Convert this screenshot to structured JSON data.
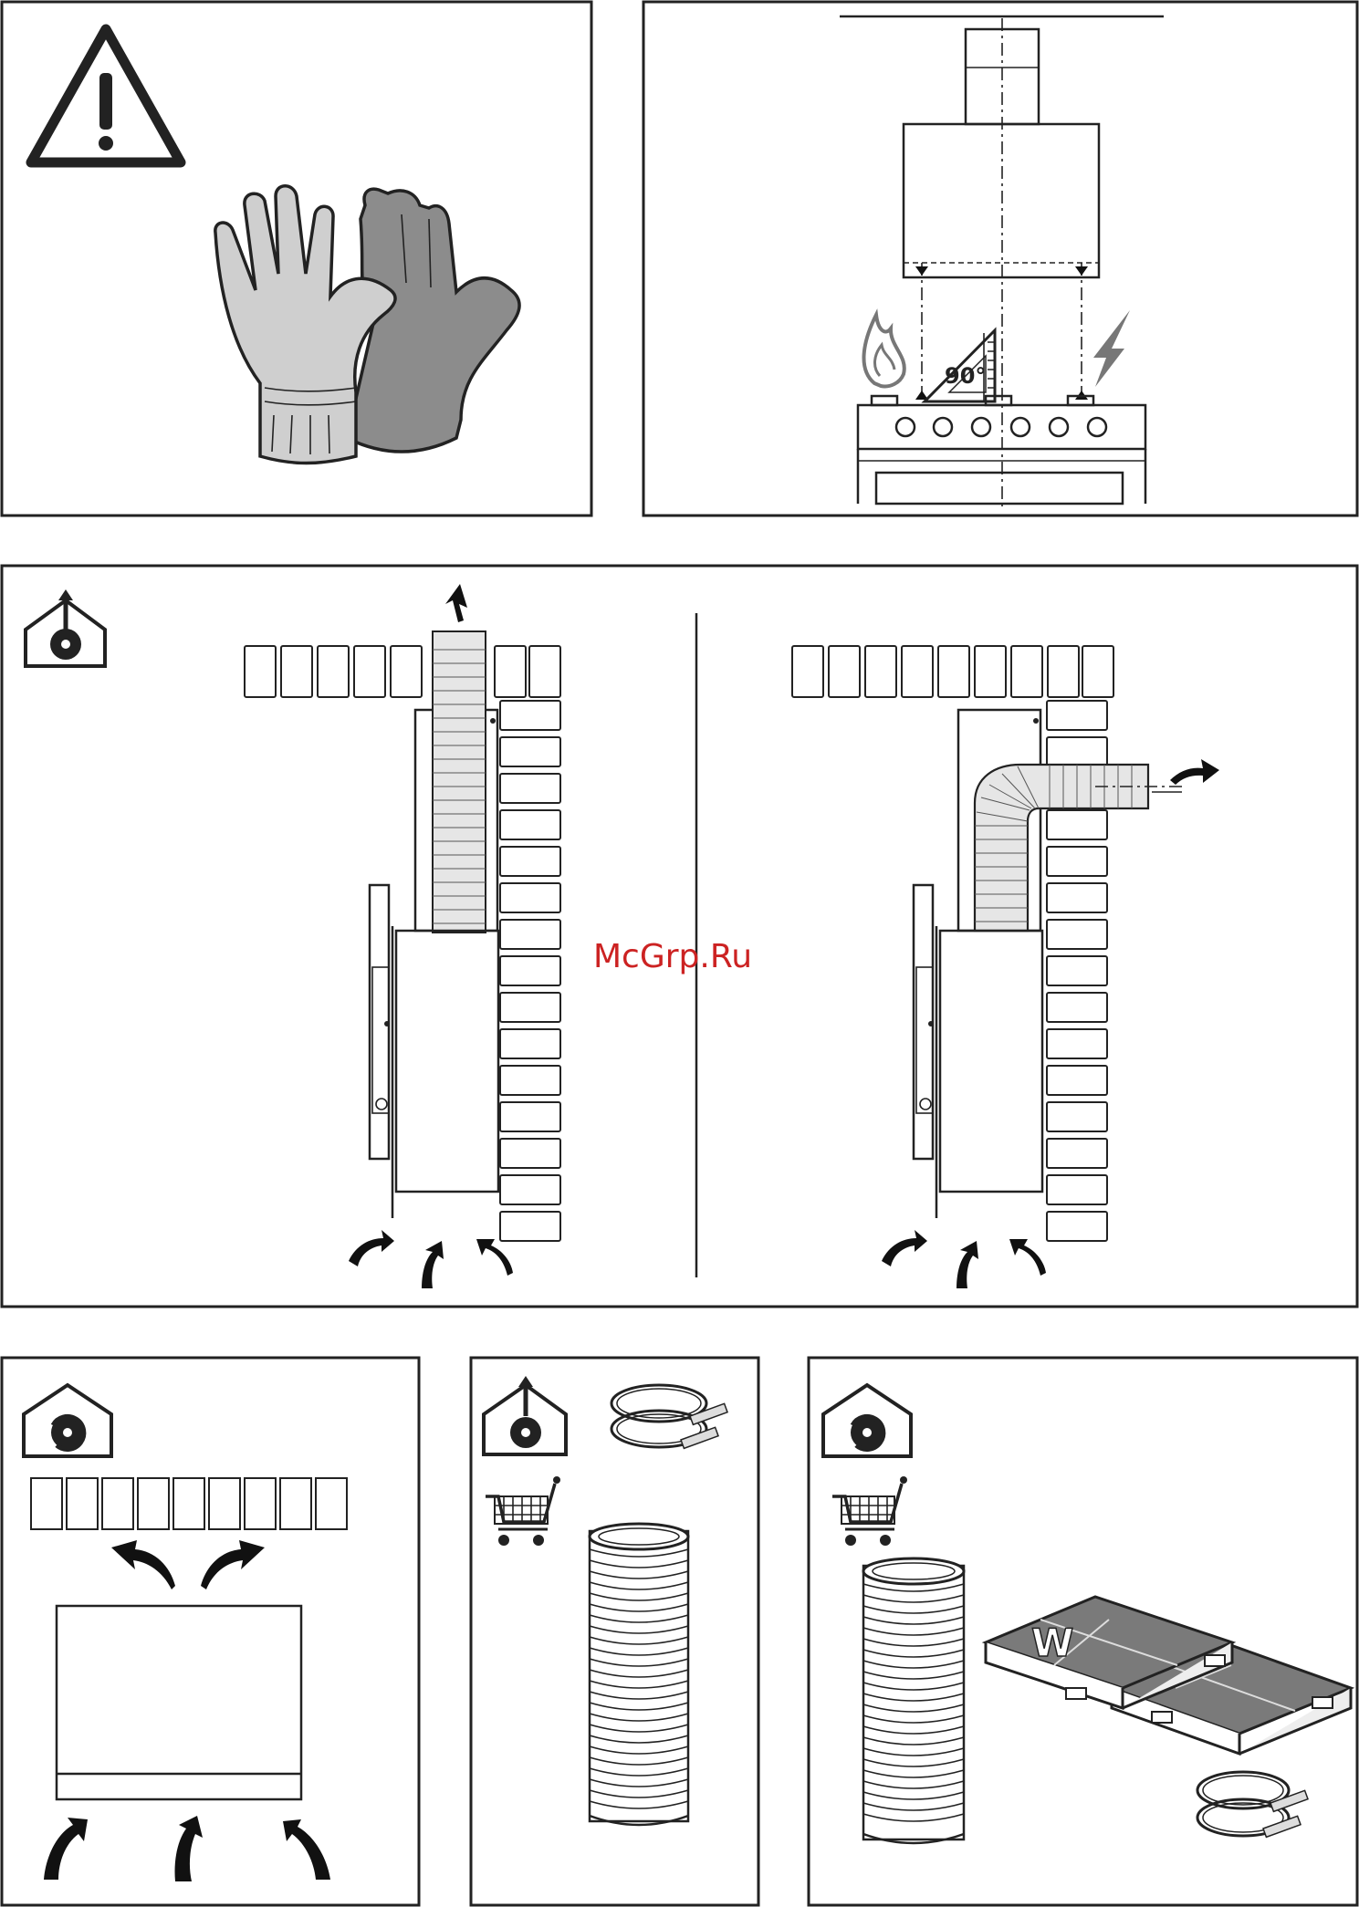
{
  "angle_label": "90°",
  "filter_label": "W",
  "watermark": "McGrp.Ru",
  "colors": {
    "line": "#222222",
    "glove_light": "#cfcfcf",
    "glove_dark": "#8c8c8c",
    "duct_fill": "#e6e6e6",
    "filter_fill": "#7a7a7a",
    "watermark": "#cc2222"
  }
}
